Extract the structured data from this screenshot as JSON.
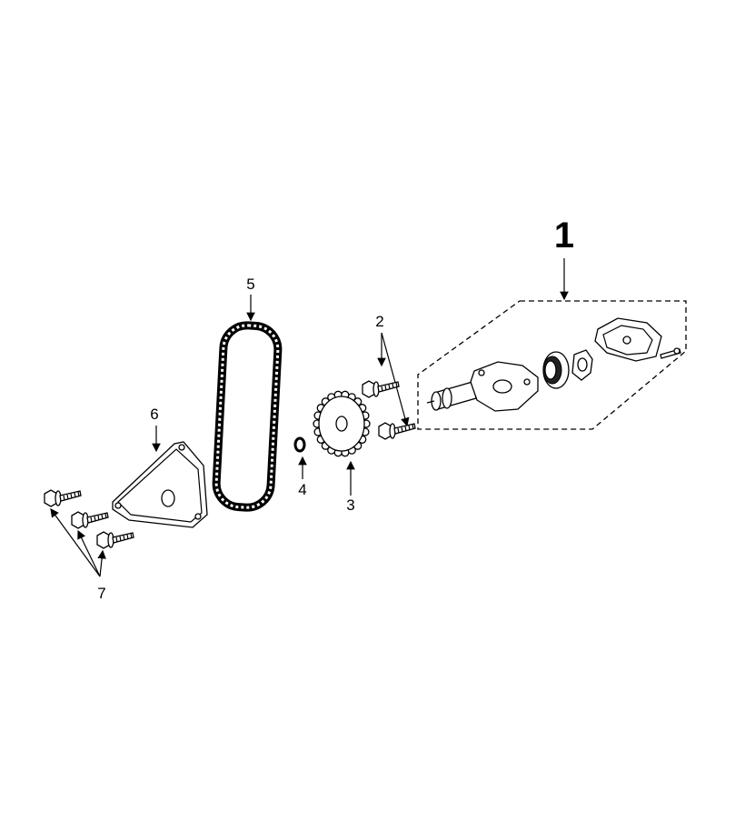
{
  "diagram": {
    "callouts": [
      {
        "id": "1",
        "label": "1",
        "part": "oil-pump-assembly"
      },
      {
        "id": "2",
        "label": "2",
        "part": "bolts"
      },
      {
        "id": "3",
        "label": "3",
        "part": "sprocket"
      },
      {
        "id": "4",
        "label": "4",
        "part": "circlip"
      },
      {
        "id": "5",
        "label": "5",
        "part": "chain"
      },
      {
        "id": "6",
        "label": "6",
        "part": "cover-plate"
      },
      {
        "id": "7",
        "label": "7",
        "part": "flange-bolts"
      }
    ]
  }
}
